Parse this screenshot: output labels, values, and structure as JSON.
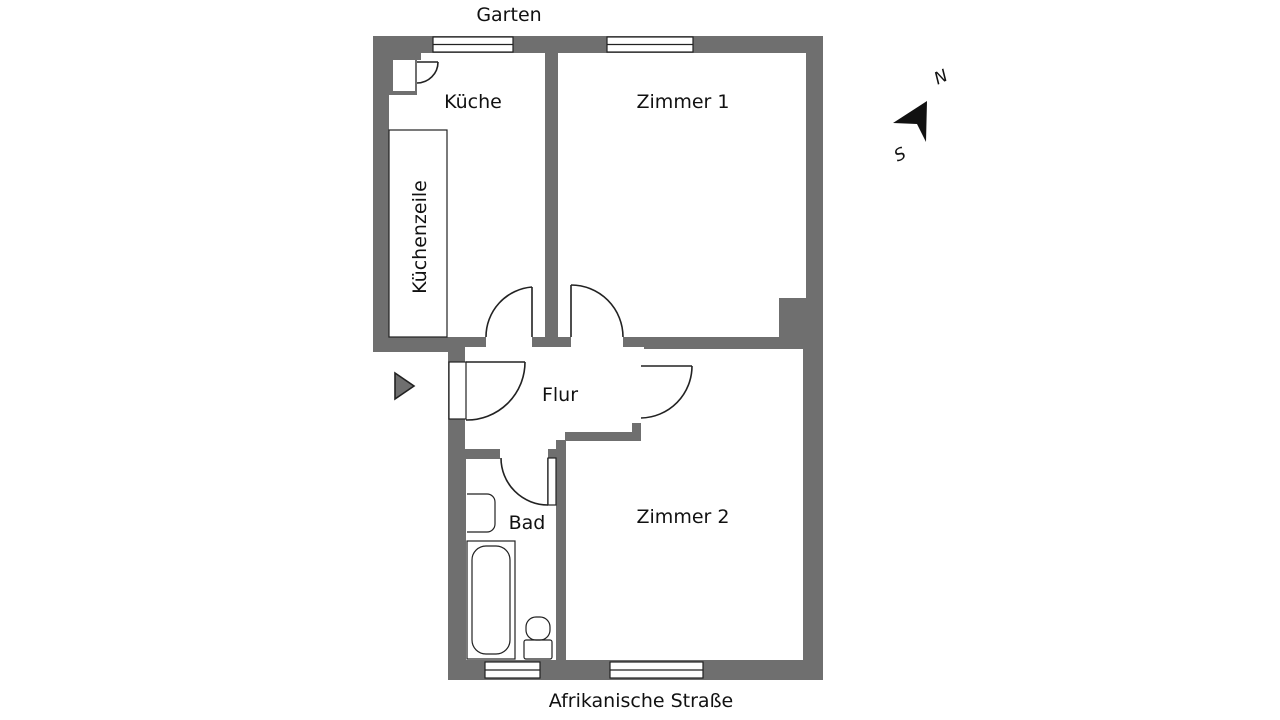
{
  "labels": {
    "garden": "Garten",
    "street": "Afrikanische Straße",
    "kitchen": "Küche",
    "kitchenette": "Küchenzeile",
    "room1": "Zimmer 1",
    "room2": "Zimmer 2",
    "hallway": "Flur",
    "bathroom": "Bad"
  },
  "compass": {
    "north": "N",
    "south": "S"
  },
  "colors": {
    "wall": "#6f6f6f",
    "line": "#222222",
    "background": "#ffffff"
  }
}
